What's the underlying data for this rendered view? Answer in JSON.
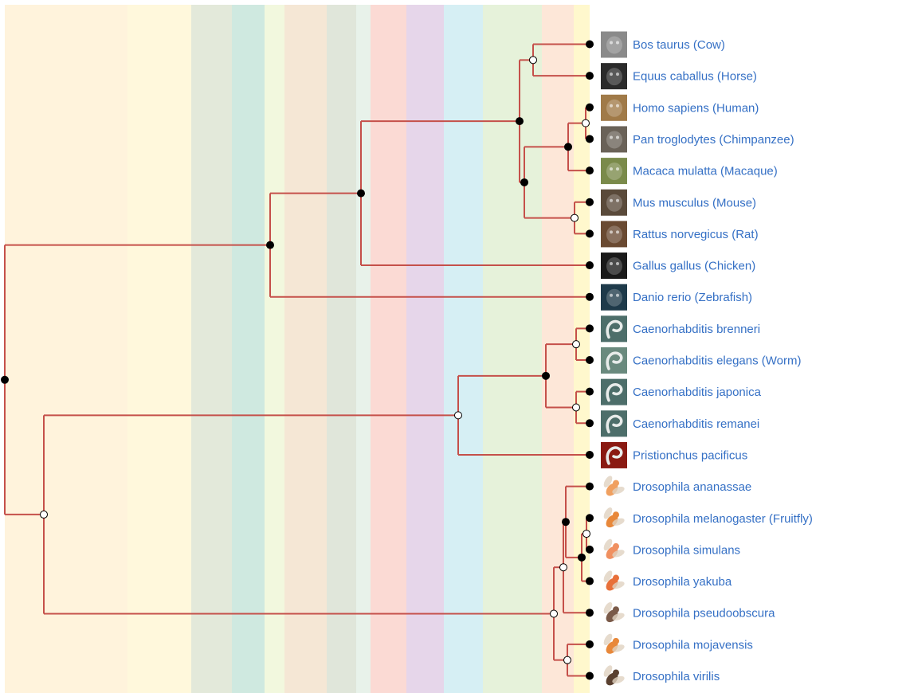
{
  "colors": {
    "branch": "#c5504a",
    "label": "#3570c5",
    "bands": [
      "#fff3dc",
      "#fff8dc",
      "#e3e9da",
      "#cfe9e0",
      "#f2f8de",
      "#f5e7d5",
      "#e0e6da",
      "#e8f2ea",
      "#fbdad4",
      "#e6d6ea",
      "#d6eff4",
      "#e6f2da",
      "#fde7d8",
      "#fff8cd"
    ]
  },
  "leaves": [
    {
      "label": "Bos taurus (Cow)",
      "icon": "cow-icon",
      "icon_color": "#8a8a8a"
    },
    {
      "label": "Equus caballus (Horse)",
      "icon": "horse-icon",
      "icon_color": "#2b2b2b"
    },
    {
      "label": "Homo sapiens (Human)",
      "icon": "human-icon",
      "icon_color": "#a07a48"
    },
    {
      "label": "Pan troglodytes (Chimpanzee)",
      "icon": "chimpanzee-icon",
      "icon_color": "#6a6258"
    },
    {
      "label": "Macaca mulatta (Macaque)",
      "icon": "macaque-icon",
      "icon_color": "#7a8a4a"
    },
    {
      "label": "Mus musculus (Mouse)",
      "icon": "mouse-icon",
      "icon_color": "#5a4a3a"
    },
    {
      "label": "Rattus norvegicus (Rat)",
      "icon": "rat-icon",
      "icon_color": "#6a4a32"
    },
    {
      "label": "Gallus gallus (Chicken)",
      "icon": "chicken-icon",
      "icon_color": "#1a1a1a"
    },
    {
      "label": "Danio rerio (Zebrafish)",
      "icon": "zebrafish-icon",
      "icon_color": "#1e3a4a"
    },
    {
      "label": "Caenorhabditis brenneri",
      "icon": "worm-icon",
      "icon_color": "#4d6e6a"
    },
    {
      "label": "Caenorhabditis elegans (Worm)",
      "icon": "worm-icon",
      "icon_color": "#6a8a7e"
    },
    {
      "label": "Caenorhabditis japonica",
      "icon": "worm-icon",
      "icon_color": "#4d6e6a"
    },
    {
      "label": "Caenorhabditis remanei",
      "icon": "worm-icon",
      "icon_color": "#4d6e6a"
    },
    {
      "label": "Pristionchus pacificus",
      "icon": "worm-icon",
      "icon_color": "#8a1a12"
    },
    {
      "label": "Drosophila ananassae",
      "icon": "fly-icon",
      "icon_color": "#f0a060"
    },
    {
      "label": "Drosophila melanogaster (Fruitfly)",
      "icon": "fly-icon",
      "icon_color": "#e8883a"
    },
    {
      "label": "Drosophila simulans",
      "icon": "fly-icon",
      "icon_color": "#f09060"
    },
    {
      "label": "Drosophila yakuba",
      "icon": "fly-icon",
      "icon_color": "#e8703a"
    },
    {
      "label": "Drosophila pseudoobscura",
      "icon": "fly-icon",
      "icon_color": "#7a5a48"
    },
    {
      "label": "Drosophila mojavensis",
      "icon": "fly-icon",
      "icon_color": "#e8883a"
    },
    {
      "label": "Drosophila virilis",
      "icon": "fly-icon",
      "icon_color": "#5a4030"
    }
  ],
  "tree": {
    "children": [
      {
        "filled": true,
        "children": [
          {
            "filled": true,
            "children": [
              {
                "filled": true,
                "children": [
                  {
                    "filled": false,
                    "children": [
                      {
                        "leaf": 0
                      },
                      {
                        "leaf": 1
                      }
                    ]
                  },
                  {
                    "filled": true,
                    "children": [
                      {
                        "filled": true,
                        "children": [
                          {
                            "filled": false,
                            "children": [
                              {
                                "leaf": 2
                              },
                              {
                                "leaf": 3
                              }
                            ]
                          },
                          {
                            "leaf": 4
                          }
                        ]
                      },
                      {
                        "filled": false,
                        "children": [
                          {
                            "leaf": 5
                          },
                          {
                            "leaf": 6
                          }
                        ]
                      }
                    ]
                  }
                ]
              },
              {
                "leaf": 7
              }
            ]
          },
          {
            "leaf": 8
          }
        ]
      },
      {
        "filled": false,
        "children": [
          {
            "filled": false,
            "children": [
              {
                "filled": true,
                "children": [
                  {
                    "filled": false,
                    "children": [
                      {
                        "leaf": 9
                      },
                      {
                        "leaf": 10
                      }
                    ]
                  },
                  {
                    "filled": false,
                    "children": [
                      {
                        "leaf": 11
                      },
                      {
                        "leaf": 12
                      }
                    ]
                  }
                ]
              },
              {
                "leaf": 13
              }
            ]
          },
          {
            "filled": false,
            "children": [
              {
                "filled": false,
                "children": [
                  {
                    "filled": true,
                    "children": [
                      {
                        "leaf": 14
                      },
                      {
                        "filled": true,
                        "children": [
                          {
                            "filled": false,
                            "children": [
                              {
                                "leaf": 15
                              },
                              {
                                "leaf": 16
                              }
                            ]
                          },
                          {
                            "leaf": 17
                          }
                        ]
                      }
                    ]
                  },
                  {
                    "leaf": 18
                  }
                ]
              },
              {
                "filled": false,
                "children": [
                  {
                    "leaf": 19
                  },
                  {
                    "leaf": 20
                  }
                ]
              }
            ]
          }
        ]
      }
    ],
    "filled": true
  }
}
